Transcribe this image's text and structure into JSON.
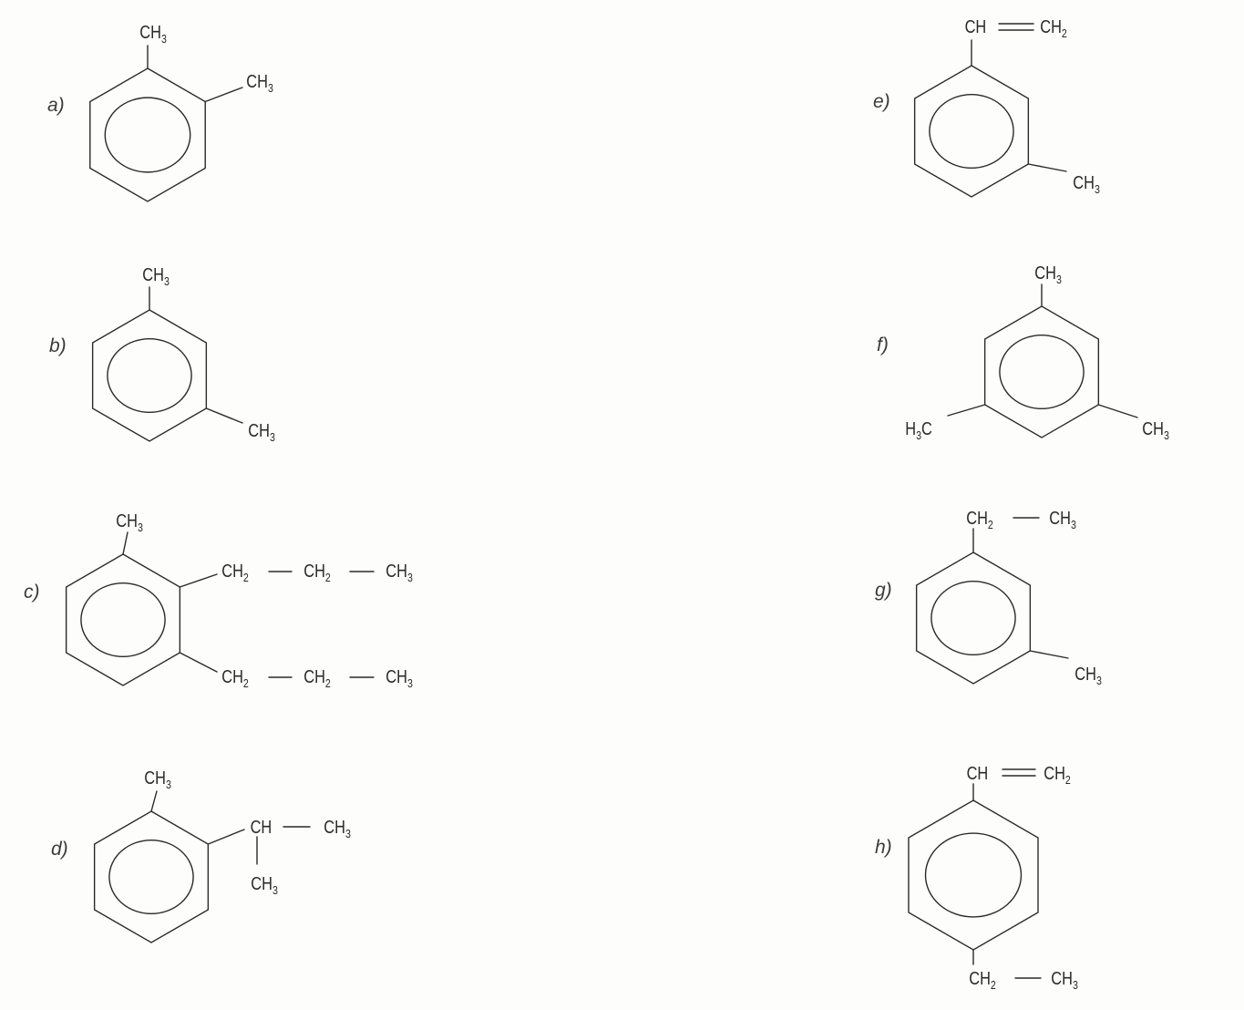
{
  "molecules": [
    {
      "id": "a",
      "label": "a)",
      "groups": [
        [
          "CH",
          "3"
        ],
        [
          "CH",
          "3"
        ]
      ]
    },
    {
      "id": "b",
      "label": "b)",
      "groups": [
        [
          "CH",
          "3"
        ],
        [
          "CH",
          "3"
        ]
      ]
    },
    {
      "id": "c",
      "label": "c)",
      "groups": [
        [
          "CH",
          "3"
        ],
        [
          "CH",
          "2"
        ],
        [
          "CH",
          "2"
        ],
        [
          "CH",
          "3"
        ],
        [
          "CH",
          "2"
        ],
        [
          "CH",
          "2"
        ],
        [
          "CH",
          "3"
        ]
      ]
    },
    {
      "id": "d",
      "label": "d)",
      "groups": [
        [
          "CH",
          "3"
        ],
        [
          "CH",
          ""
        ],
        [
          "CH",
          "3"
        ],
        [
          "CH",
          "3"
        ]
      ]
    },
    {
      "id": "e",
      "label": "e)",
      "groups": [
        [
          "CH",
          ""
        ],
        [
          "CH",
          "2"
        ],
        [
          "CH",
          "3"
        ]
      ]
    },
    {
      "id": "f",
      "label": "f)",
      "groups": [
        [
          "CH",
          "3"
        ],
        [
          "H",
          "3",
          "C"
        ],
        [
          "CH",
          "3"
        ]
      ]
    },
    {
      "id": "g",
      "label": "g)",
      "groups": [
        [
          "CH",
          "2"
        ],
        [
          "CH",
          "3"
        ],
        [
          "CH",
          "3"
        ]
      ]
    },
    {
      "id": "h",
      "label": "h)",
      "groups": [
        [
          "CH",
          ""
        ],
        [
          "CH",
          "2"
        ],
        [
          "CH",
          "2"
        ],
        [
          "CH",
          "3"
        ]
      ]
    }
  ]
}
